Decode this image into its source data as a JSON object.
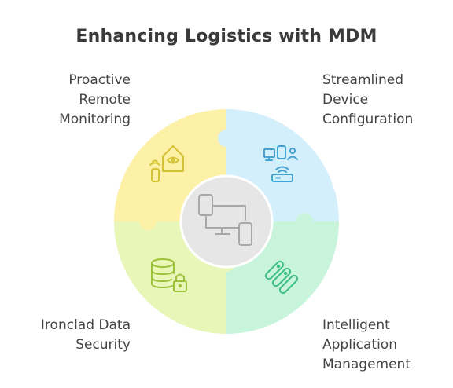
{
  "title": "Enhancing Logistics with MDM",
  "segments": [
    {
      "id": "proactive-remote-monitoring",
      "lines": [
        "Proactive",
        "Remote",
        "Monitoring"
      ],
      "color": "#fdf1a8",
      "icon": "smart-home-monitoring-icon"
    },
    {
      "id": "streamlined-device-configuration",
      "lines": [
        "Streamlined",
        "Device",
        "Configuration"
      ],
      "color": "#d3effb",
      "icon": "device-network-config-icon"
    },
    {
      "id": "ironclad-data-security",
      "lines": [
        "Ironclad Data",
        "Security"
      ],
      "color": "#e8f6b8",
      "icon": "database-lock-icon"
    },
    {
      "id": "intelligent-application-management",
      "lines": [
        "Intelligent",
        "Application",
        "Management"
      ],
      "color": "#c7f4db",
      "icon": "app-management-icon"
    }
  ],
  "center": {
    "icon": "connected-devices-icon",
    "color": "#e6e6e6"
  }
}
